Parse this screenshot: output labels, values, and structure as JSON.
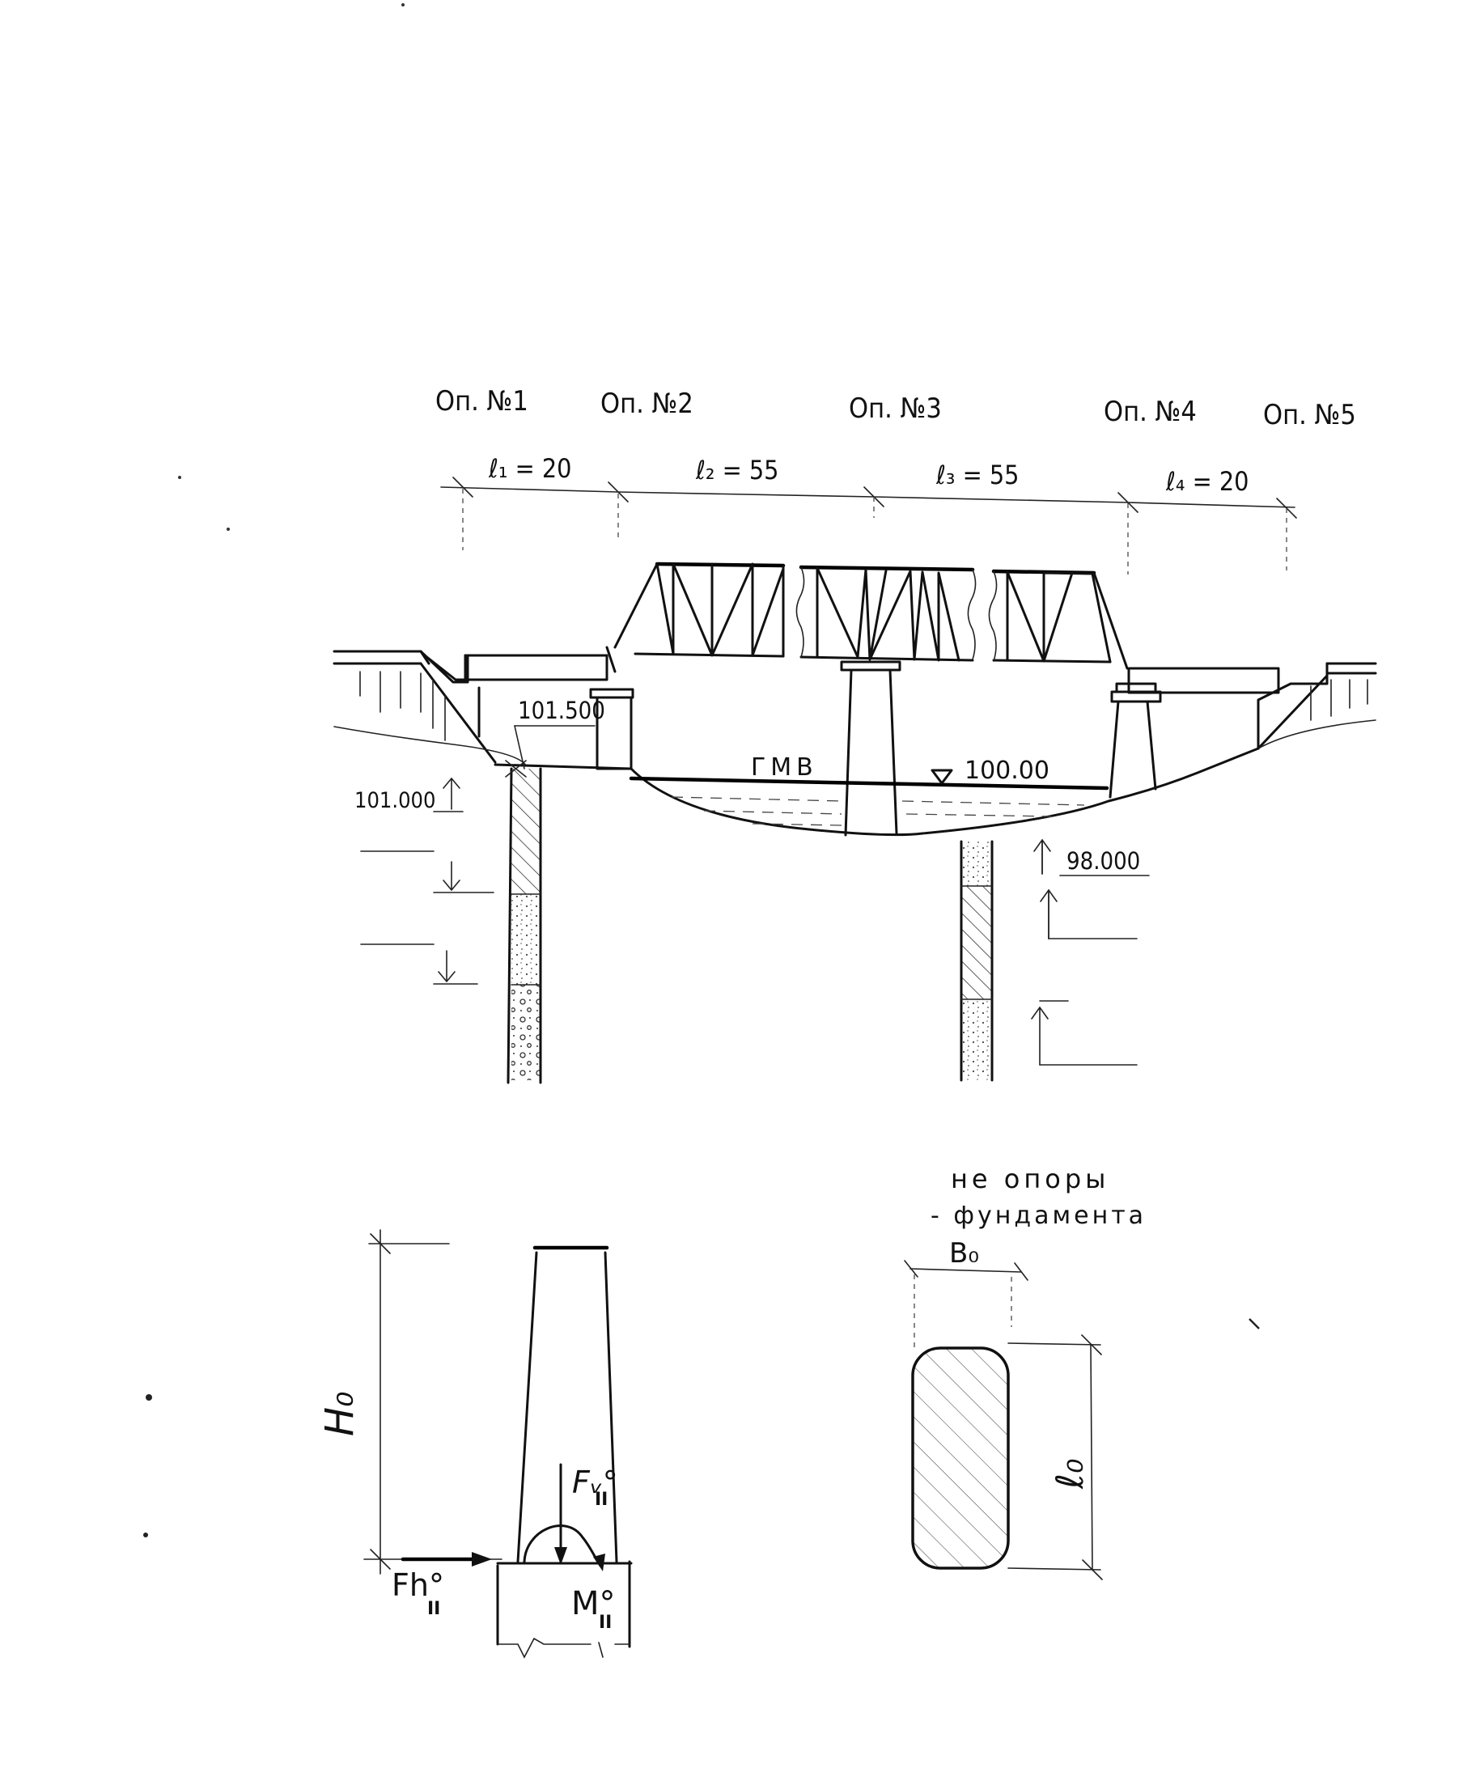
{
  "supports": [
    {
      "label": "Оп. №1"
    },
    {
      "label": "Оп. №2"
    },
    {
      "label": "Оп. №3"
    },
    {
      "label": "Оп. №4"
    },
    {
      "label": "Оп. №5"
    }
  ],
  "spans": [
    {
      "label": "ℓ₁ = 20"
    },
    {
      "label": "ℓ₂ = 55"
    },
    {
      "label": "ℓ₃ = 55"
    },
    {
      "label": "ℓ₄ = 20"
    }
  ],
  "elevations": {
    "top_left_support": "101.500",
    "ground_left": "101.000",
    "water_level_name": "ГМВ",
    "water_level": "100.00",
    "riverbed": "98.000"
  },
  "scheme": {
    "height_label": "H₀",
    "vertical_force": "Fᵥ°",
    "vertical_force_sub": "II",
    "horizontal_force": "Fh°",
    "horizontal_force_sub": "II",
    "moment": "M°",
    "moment_sub": "II"
  },
  "section": {
    "caption_line1": "не опоры",
    "caption_line2": "- фундамента",
    "width_label": "B₀",
    "length_label": "ℓ₀"
  }
}
